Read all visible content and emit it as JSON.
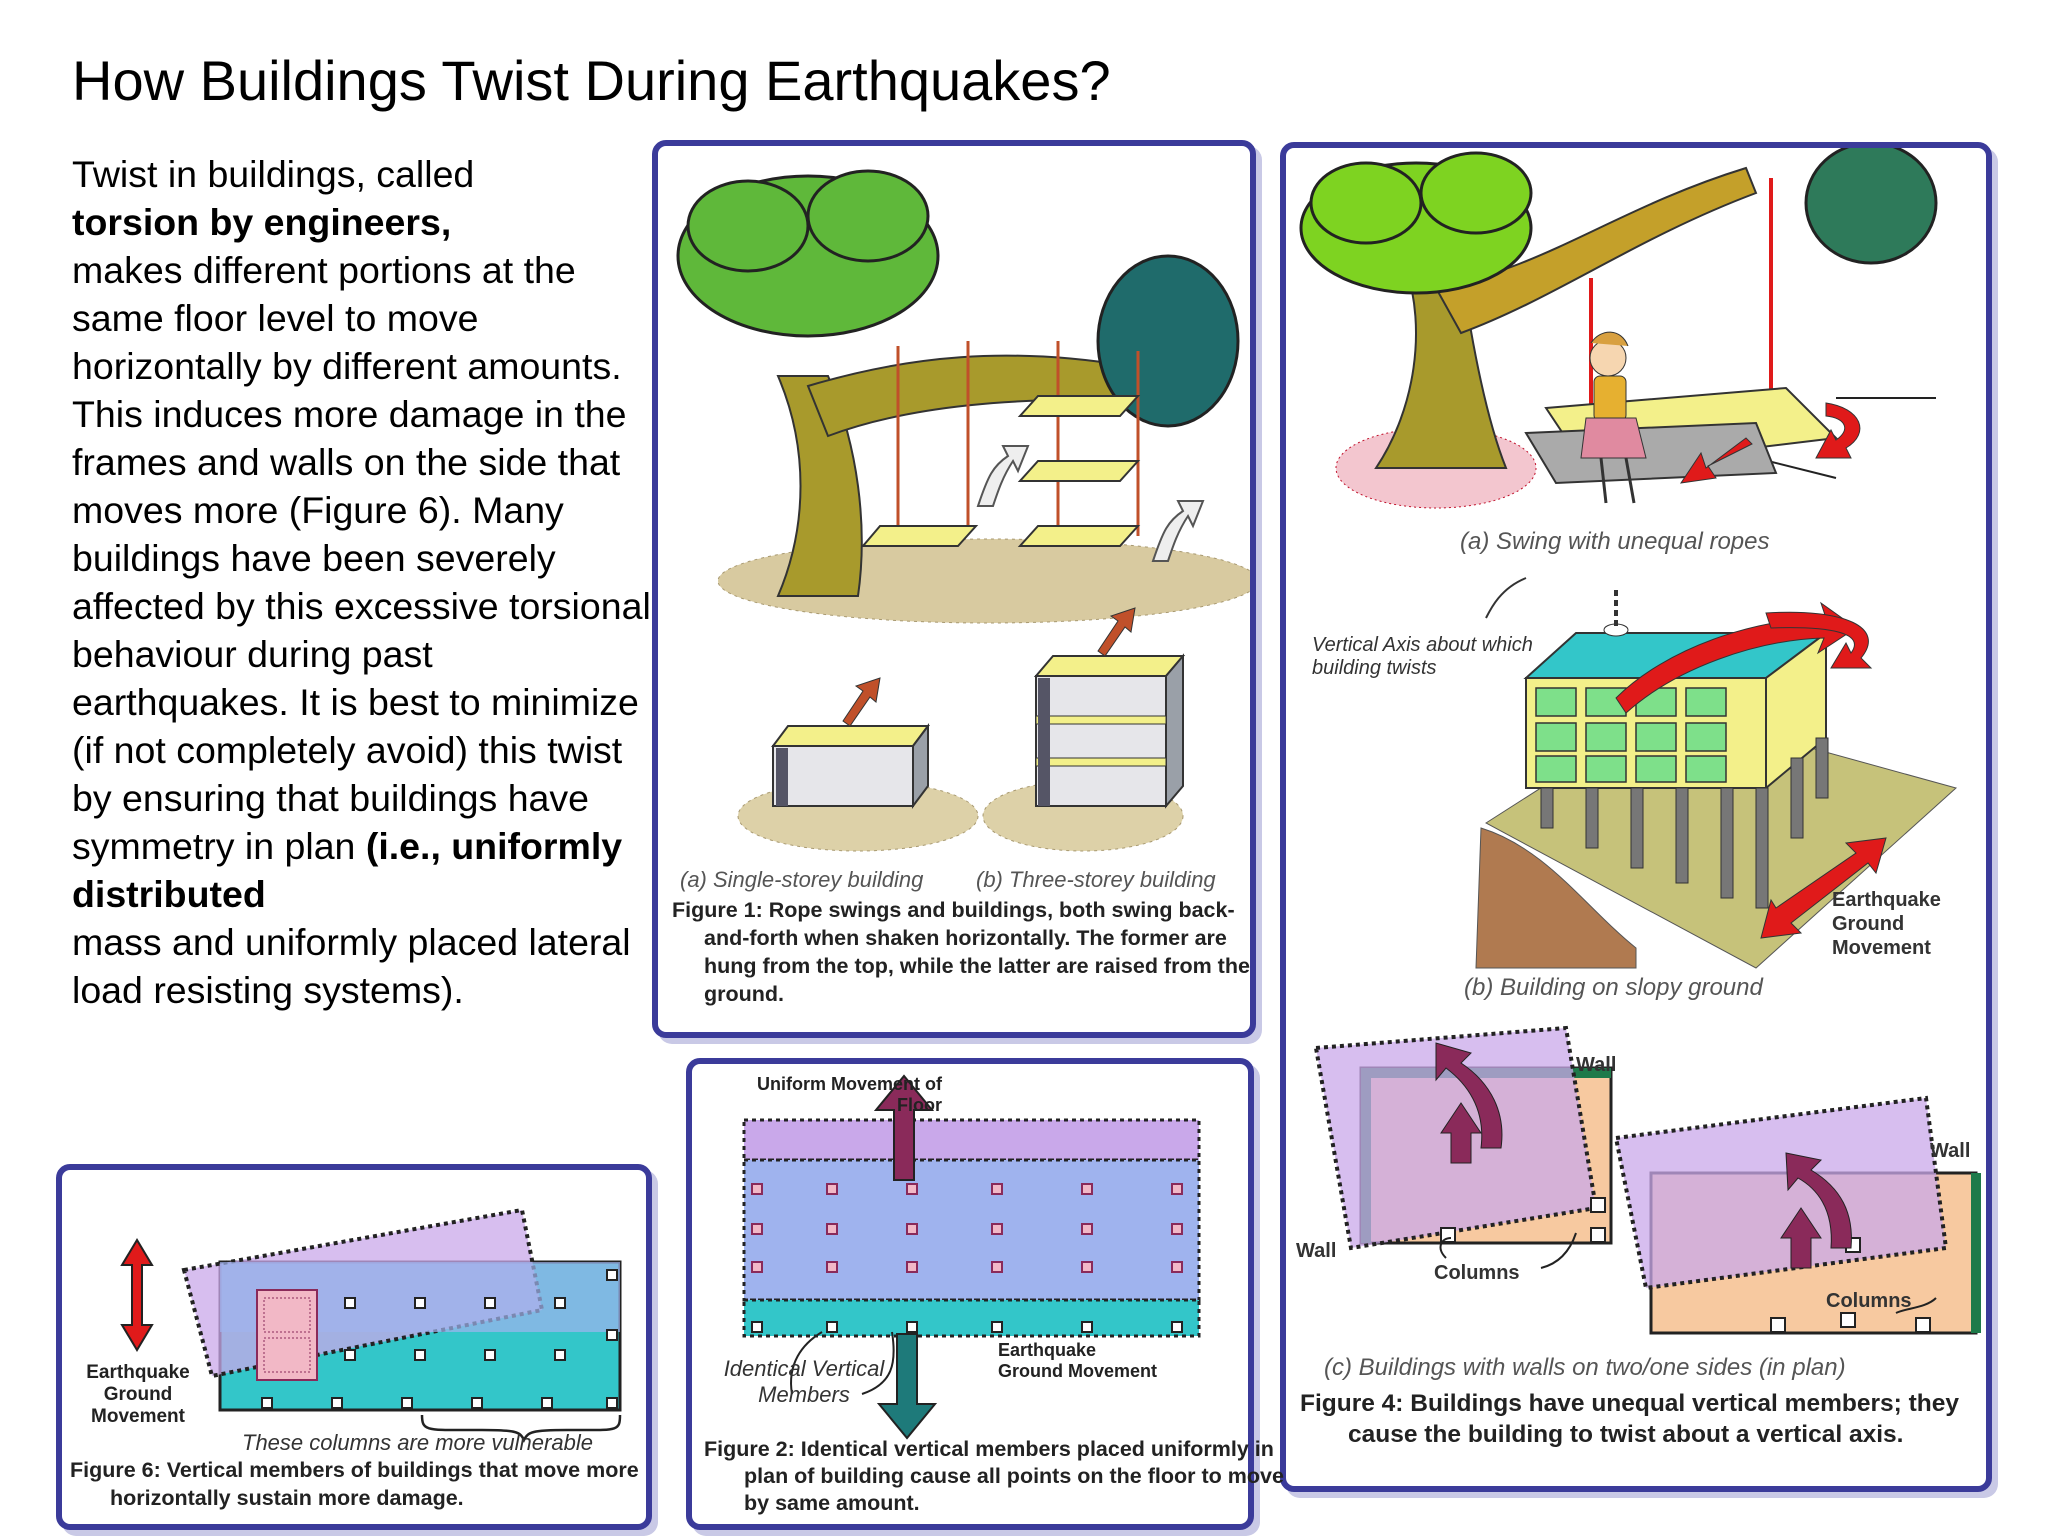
{
  "title": "How Buildings Twist During Earthquakes?",
  "body": {
    "p1": "Twist in buildings, called",
    "p2_bold": "torsion by engineers,",
    "p3": "makes different portions at the same floor level to move horizontally by different amounts. This induces more damage in the frames and walls on the side that moves more (Figure 6). Many buildings have been severely affected by this excessive torsional behaviour during past earthquakes. It is best to minimize (if not completely avoid) this twist by ensuring that buildings have symmetry in plan",
    "p4_bold": "(i.e., uniformly distributed",
    "p5": "mass and uniformly placed lateral load resisting systems)."
  },
  "figure1": {
    "sub_a": "(a) Single-storey building",
    "sub_b": "(b) Three-storey building",
    "caption": "Figure 1: Rope swings and buildings, both swing back-and-forth when shaken horizontally. The former are hung from the top, while the latter are raised from the ground."
  },
  "figure2": {
    "label_uniform": "Uniform Movement of Floor",
    "label_identical": "Identical Vertical Members",
    "label_eq": "Earthquake Ground Movement",
    "caption": "Figure 2: Identical vertical members placed uniformly in plan of building cause all points on the floor to move by same amount."
  },
  "figure4": {
    "sub_a": "(a) Swing with unequal ropes",
    "label_axis": "Vertical Axis about which building twists",
    "label_eq": "Earthquake Ground Movement",
    "sub_b": "(b) Building on slopy ground",
    "label_wall1": "Wall",
    "label_wall2": "Wall",
    "label_wall3": "Wall",
    "label_columns1": "Columns",
    "label_columns2": "Columns",
    "sub_c": "(c) Buildings with walls on two/one sides (in plan)",
    "caption": "Figure 4: Buildings have unequal vertical members; they cause the building to twist about a vertical axis."
  },
  "figure6": {
    "label_eq": "Earthquake Ground Movement",
    "label_vulnerable": "These columns are more vulnerable",
    "caption": "Figure 6: Vertical members of buildings that move more horizontally sustain more damage."
  },
  "colors": {
    "panel_border": "#3b3b9a",
    "tree_green": "#5fb83a",
    "tree_teal": "#1f6b6b",
    "trunk": "#9a8a2c",
    "slab_yellow": "#f3f08a",
    "floor_purple": "#c9a8ea",
    "floor_blue": "#9fb3ee",
    "base_cyan": "#33c6c9",
    "arrow_red": "#e01a1a",
    "arrow_maroon": "#8a2a5a",
    "arrow_teal": "#1e7a7a",
    "ground_tan": "#c6c27a",
    "wall_peach": "#f7c9a0"
  }
}
